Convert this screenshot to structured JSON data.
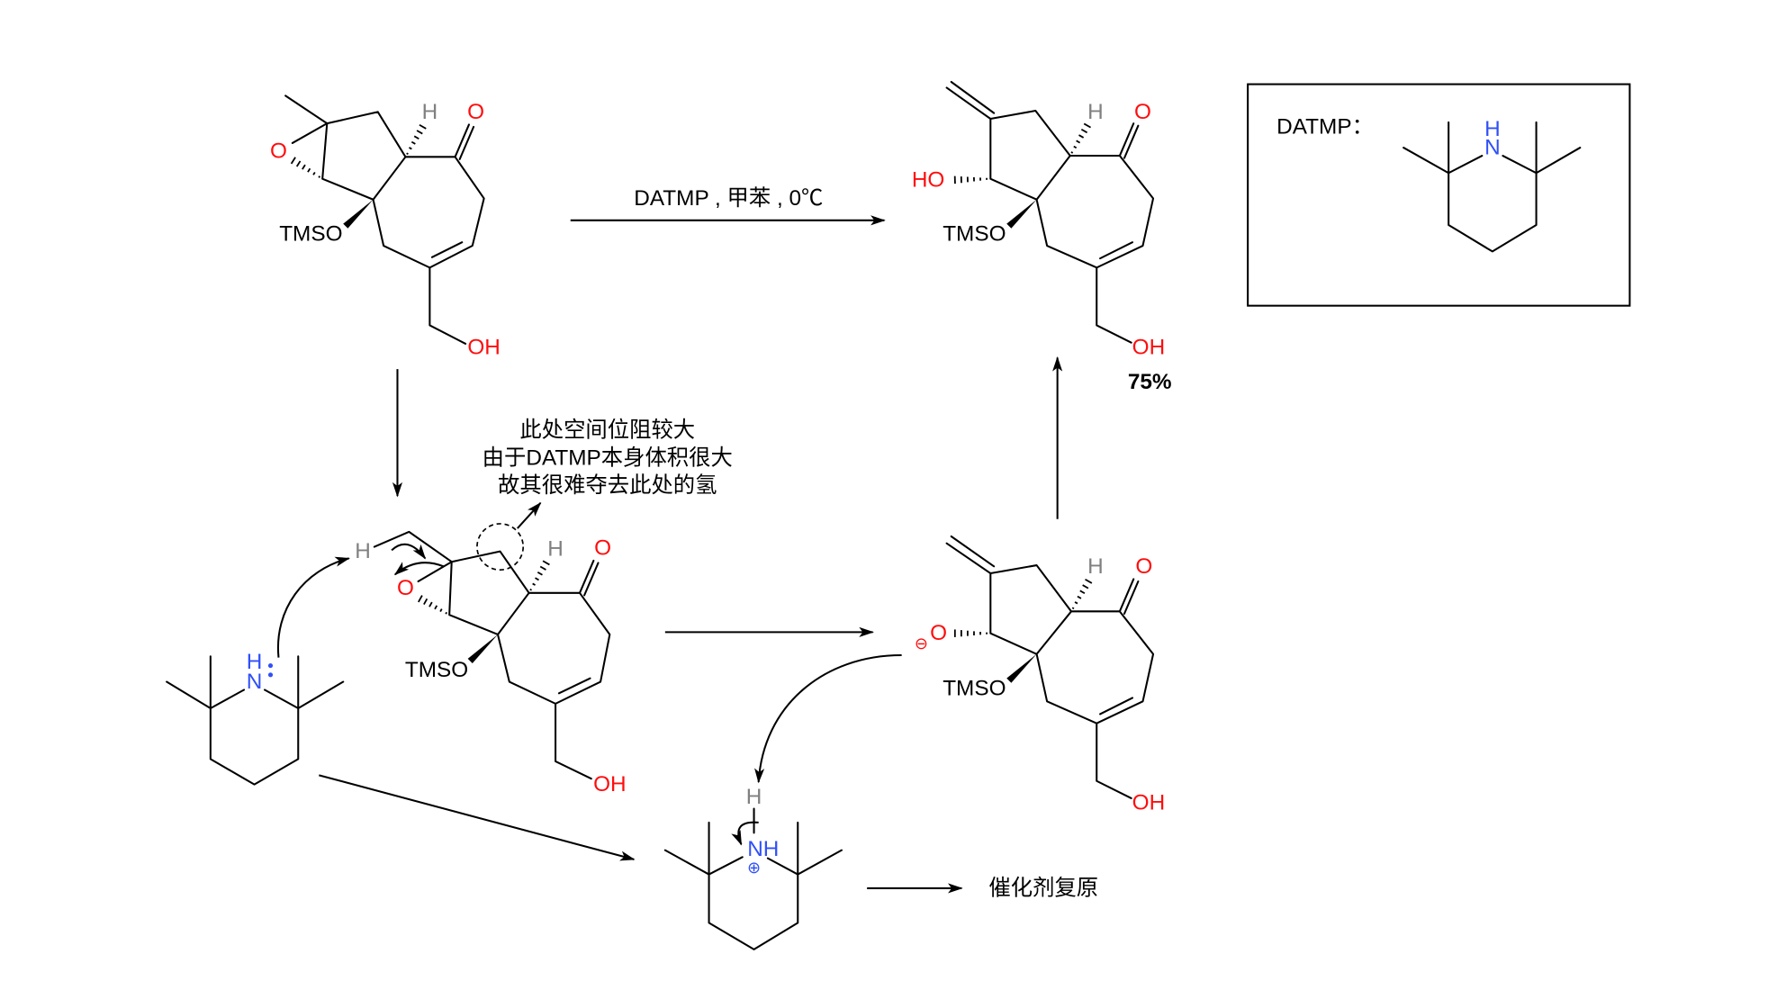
{
  "start_material": {
    "epoxide_o": "O",
    "h": "H",
    "ketone_o": "O",
    "tmso": "TMSO",
    "oh": "OH"
  },
  "conditions": "DATMP , 甲苯 , 0℃",
  "product": {
    "h": "H",
    "ketone_o": "O",
    "ho": "HO",
    "tmso": "TMSO",
    "oh": "OH",
    "yield": "75%"
  },
  "datmp_box": {
    "label": "DATMP：",
    "h": "H",
    "n": "N"
  },
  "annotation": {
    "line1": "此处空间位阻较大",
    "line2": "由于DATMP本身体积很大",
    "line3": "故其很难夺去此处的氢"
  },
  "intermediate": {
    "methyl_h": "H",
    "epoxide_o": "O",
    "h": "H",
    "ketone_o": "O",
    "tmso": "TMSO",
    "oh": "OH"
  },
  "base": {
    "h": "H",
    "n": "N"
  },
  "alkoxide": {
    "charge": "⊖",
    "o": "O",
    "h": "H",
    "ketone_o": "O",
    "tmso": "TMSO",
    "oh": "OH"
  },
  "ammonium": {
    "h": "H",
    "nh": "NH",
    "charge": "⊕"
  },
  "regeneration": "催化剂复原",
  "colors": {
    "oxygen": "#ff0d0d",
    "nitrogen": "#3050f8",
    "hydrogen": "#808080",
    "bond": "#000000"
  }
}
